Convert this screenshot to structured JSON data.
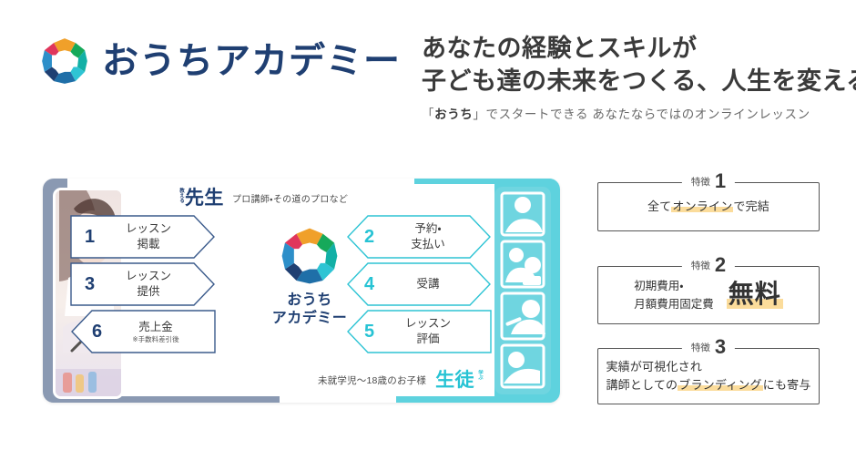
{
  "header": {
    "logo_text": "おうちアカデミー",
    "logo_icon": "octagon-pinwheel-logo",
    "headline_line1": "あなたの経験とスキルが",
    "headline_line2": "子ども達の未来をつくる、人生を変える。",
    "sub_open": "「",
    "sub_strong": "おうち",
    "sub_rest": "」でスタートできる あなたならではのオンラインレッスン"
  },
  "diagram": {
    "photo_alt": "smiling-woman-with-pen-photo",
    "teacher": {
      "ruby": "教える",
      "label": "先生",
      "note": "プロ講師・その道のプロなど"
    },
    "student": {
      "ruby": "学ぶ",
      "label": "生徒",
      "note": "未就学児〜18歳のお子様"
    },
    "center": {
      "icon": "octagon-pinwheel-logo",
      "name_line1": "おうち",
      "name_line2": "アカデミー"
    },
    "steps_left": [
      {
        "num": "1",
        "text": "レッスン\n掲載",
        "note": ""
      },
      {
        "num": "3",
        "text": "レッスン\n提供",
        "note": ""
      },
      {
        "num": "6",
        "text": "売上金",
        "note": "※手数料差引後"
      }
    ],
    "steps_right": [
      {
        "num": "2",
        "text": "予約・\n支払い"
      },
      {
        "num": "4",
        "text": "受講"
      },
      {
        "num": "5",
        "text": "レッスン\n評価"
      }
    ],
    "icon_strip": "online-lesson-video-tiles-icon"
  },
  "features": [
    {
      "caption_word": "特徴",
      "number": "1",
      "pre": "全て",
      "highlight": "オンライン",
      "post": "で完結"
    },
    {
      "caption_word": "特徴",
      "number": "2",
      "left_text": "初期費用・\n月額費用固定費",
      "free_text": "無料"
    },
    {
      "caption_word": "特徴",
      "number": "3",
      "line1": "実績が可視化され",
      "line2_pre": "講師としての",
      "line2_highlight": "ブランディング",
      "line2_post": "にも寄与"
    }
  ],
  "colors": {
    "navy": "#1f3f72",
    "cyan": "#27c3d4",
    "band_slate": "#8a99b2",
    "band_cyan": "#5ed2de",
    "highlight_yellow": "#fbdc9b"
  }
}
